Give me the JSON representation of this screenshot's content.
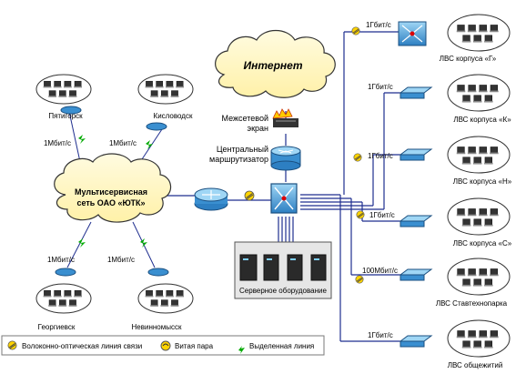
{
  "internet": "Интернет",
  "firewall": [
    "Межсетевой",
    "экран"
  ],
  "core_router": [
    "Центральный",
    "маршрутизатор"
  ],
  "multiservice": [
    "Мультисервисная",
    "сеть ОАО «ЮТК»"
  ],
  "server_caption": "Серверное оборудование",
  "remote_sites": [
    {
      "name": "Пятигорск",
      "speed": "1Мбит/с"
    },
    {
      "name": "Кисловодск",
      "speed": "1Мбит/с"
    },
    {
      "name": "Георгиевск",
      "speed": "1Мбит/с"
    },
    {
      "name": "Невинномысск",
      "speed": "1Мбит/с"
    }
  ],
  "lans": [
    {
      "name": "ЛВС корпуса «Г»",
      "speed": "1Гбит/с"
    },
    {
      "name": "ЛВС корпуса «К»",
      "speed": "1Гбит/с"
    },
    {
      "name": "ЛВС корпуса «Н»",
      "speed": "1Гбит/с"
    },
    {
      "name": "ЛВС корпуса «С»",
      "speed": "1Гбит/с"
    },
    {
      "name": "ЛВС Ставтехнопарка",
      "speed": "100Мбит/с"
    },
    {
      "name": "ЛВС общежитий",
      "speed": "1Гбит/с"
    }
  ],
  "legend": {
    "fiber": "Волоконно-оптическая линия связи",
    "twisted": "Витая пара",
    "leased": "Выделенная линия"
  },
  "colors": {
    "link": "#1f2e8f",
    "cloud_fill": "#fff7c2",
    "device": "#2d9bd6",
    "core": "#1565c0"
  }
}
